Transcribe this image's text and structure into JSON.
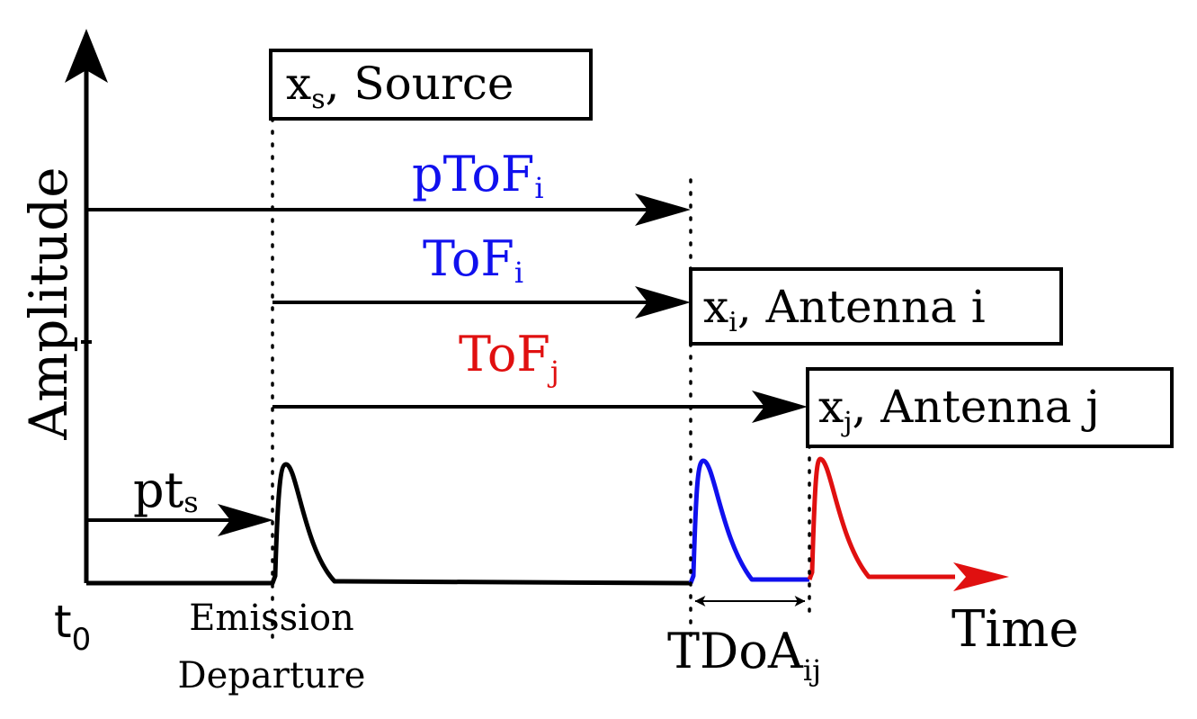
{
  "colors": {
    "black": "#000000",
    "blue": "#1010ee",
    "red": "#e01010"
  },
  "axes": {
    "y_label": "Amplitude",
    "x_label": "Time",
    "origin_label": {
      "main": "t",
      "sub": "0"
    }
  },
  "boxes": {
    "source": {
      "var": "x",
      "sub": "s",
      "text": ", Source"
    },
    "antenna_i": {
      "var": "x",
      "sub": "i",
      "text": ", Antenna i"
    },
    "antenna_j": {
      "var": "x",
      "sub": "j",
      "text": ", Antenna j"
    }
  },
  "arrows": {
    "ptof_i": {
      "main": "pToF",
      "sub": "i"
    },
    "tof_i": {
      "main": "ToF",
      "sub": "i"
    },
    "tof_j": {
      "main": "ToF",
      "sub": "j"
    },
    "pt_s": {
      "main": "pt",
      "sub": "s"
    }
  },
  "annotations": {
    "emission": "Emission",
    "departure": "Departure",
    "tdoa": {
      "main": "TDoA",
      "sub": "ij"
    }
  }
}
